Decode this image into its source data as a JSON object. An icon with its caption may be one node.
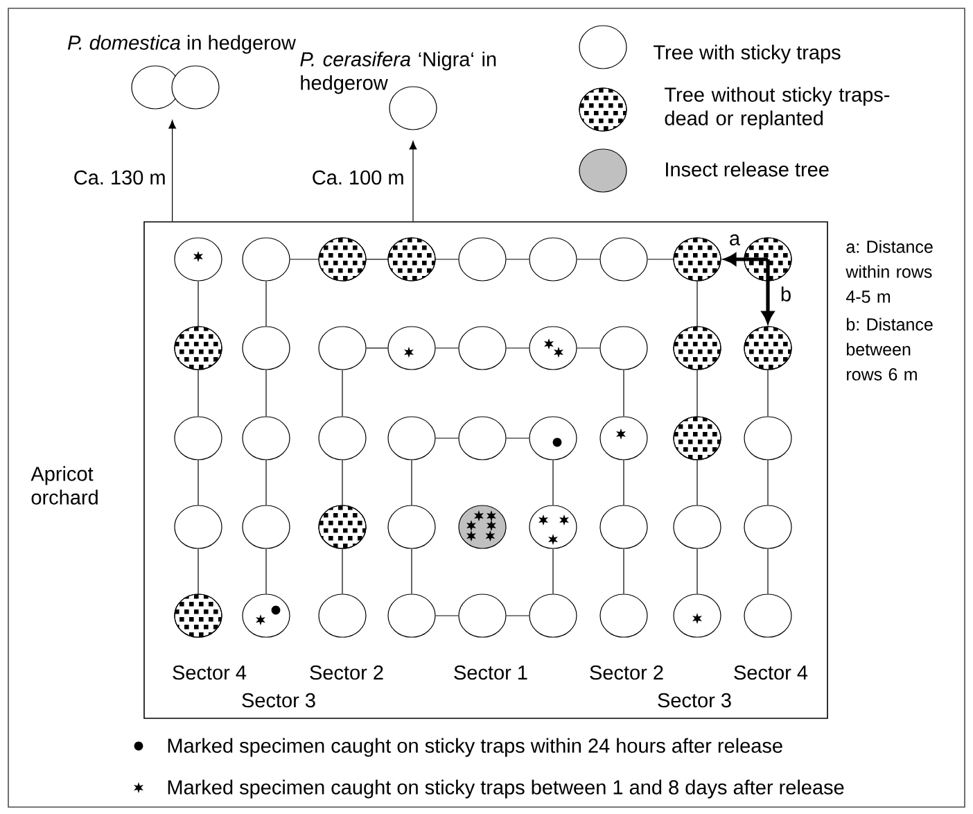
{
  "diagram": {
    "nodes": [
      {
        "text": [],
        "shape": "circle",
        "beside": [
          "*P. domestica* in hedgerow"
        ]
      },
      {
        "text": [],
        "shape": "circle"
      },
      {
        "text": [],
        "shape": "circle",
        "beside": [
          "*P. cerasifera* ‘Nigra‘ in hedgerow"
        ]
      },
      {
        "text": [
          "Apricot orchard"
        ]
      },
      {
        "text": [],
        "shape": "circle",
        "in": 3
      },
      {
        "text": [],
        "shape": "circle",
        "in": 3
      },
      {
        "text": [],
        "shape": "circle",
        "in": 3
      },
      {
        "text": [],
        "shape": "circle",
        "in": 3
      },
      {
        "text": [],
        "shape": "circle",
        "in": 3
      },
      {
        "text": [],
        "shape": "circle",
        "in": 3
      },
      {
        "text": [],
        "shape": "circle",
        "in": 3
      },
      {
        "text": [],
        "shape": "circle",
        "in": 3
      },
      {
        "text": [],
        "shape": "circle",
        "in": 3
      },
      {
        "text": [],
        "shape": "circle",
        "in": 3
      },
      {
        "text": [],
        "shape": "circle",
        "in": 3
      },
      {
        "text": [],
        "shape": "circle",
        "in": 3
      },
      {
        "text": [],
        "shape": "circle",
        "in": 3
      },
      {
        "text": [],
        "shape": "circle",
        "in": 3
      },
      {
        "text": [],
        "shape": "circle",
        "in": 3
      },
      {
        "text": [],
        "shape": "circle",
        "in": 3
      },
      {
        "text": [],
        "shape": "circle",
        "in": 3
      },
      {
        "text": [],
        "shape": "circle",
        "in": 3
      },
      {
        "text": [],
        "shape": "circle",
        "in": 3
      },
      {
        "text": [],
        "shape": "circle",
        "in": 3
      },
      {
        "text": [],
        "shape": "circle",
        "in": 3
      },
      {
        "text": [],
        "shape": "circle",
        "in": 3
      },
      {
        "text": [],
        "shape": "circle",
        "in": 3
      },
      {
        "text": [],
        "shape": "circle",
        "in": 3
      },
      {
        "text": [],
        "shape": "circle",
        "in": 3
      },
      {
        "text": [],
        "shape": "circle",
        "in": 3
      },
      {
        "text": [],
        "shape": "circle",
        "in": 3
      },
      {
        "text": [],
        "shape": "circle",
        "in": 3
      },
      {
        "text": [],
        "shape": "circle",
        "in": 3
      },
      {
        "text": [],
        "shape": "circle",
        "in": 3
      },
      {
        "text": [],
        "shape": "circle",
        "in": 3
      },
      {
        "text": [],
        "shape": "circle",
        "in": 3
      },
      {
        "text": [],
        "shape": "circle",
        "in": 3
      },
      {
        "text": [],
        "shape": "circle",
        "in": 3
      },
      {
        "text": [],
        "shape": "circle",
        "in": 3
      },
      {
        "text": [],
        "shape": "circle",
        "in": 3
      },
      {
        "text": [],
        "shape": "circle",
        "in": 3
      },
      {
        "text": [],
        "shape": "circle",
        "in": 3
      },
      {
        "text": [],
        "shape": "circle",
        "in": 3
      },
      {
        "text": [],
        "shape": "circle",
        "in": 3
      },
      {
        "text": [],
        "shape": "circle",
        "in": 3
      },
      {
        "text": [],
        "shape": "circle",
        "in": 3
      },
      {
        "text": [],
        "shape": "circle",
        "in": 3
      },
      {
        "text": [],
        "shape": "circle",
        "in": 3
      },
      {
        "text": [],
        "shape": "circle",
        "in": 3
      }
    ],
    "edges": [
      {
        "from": 3,
        "to": 0,
        "arrow": "to",
        "label": "Ca. 130 m"
      },
      {
        "from": 3,
        "to": 2,
        "arrow": "to",
        "label": "Ca. 100 m"
      },
      {
        "from": 12,
        "to": 11,
        "arrow": "to",
        "label": "a",
        "style": "thick"
      },
      {
        "from": 12,
        "to": 21,
        "arrow": "to",
        "label": "b",
        "style": "thick"
      },
      {
        "from": 4,
        "to": 13,
        "arrow": "none"
      },
      {
        "from": 13,
        "to": 22,
        "arrow": "none"
      },
      {
        "from": 22,
        "to": 31,
        "arrow": "none"
      },
      {
        "from": 31,
        "to": 40,
        "arrow": "none"
      },
      {
        "from": 5,
        "to": 14,
        "arrow": "none"
      },
      {
        "from": 14,
        "to": 23,
        "arrow": "none"
      },
      {
        "from": 23,
        "to": 32,
        "arrow": "none"
      },
      {
        "from": 32,
        "to": 41,
        "arrow": "none"
      },
      {
        "from": 15,
        "to": 24,
        "arrow": "none"
      },
      {
        "from": 24,
        "to": 33,
        "arrow": "none"
      },
      {
        "from": 33,
        "to": 42,
        "arrow": "none"
      },
      {
        "from": 25,
        "to": 34,
        "arrow": "none"
      },
      {
        "from": 34,
        "to": 43,
        "arrow": "none"
      },
      {
        "from": 27,
        "to": 36,
        "arrow": "none"
      },
      {
        "from": 36,
        "to": 45,
        "arrow": "none"
      },
      {
        "from": 19,
        "to": 28,
        "arrow": "none"
      },
      {
        "from": 28,
        "to": 37,
        "arrow": "none"
      },
      {
        "from": 37,
        "to": 46,
        "arrow": "none"
      },
      {
        "from": 11,
        "to": 20,
        "arrow": "none"
      },
      {
        "from": 20,
        "to": 29,
        "arrow": "none"
      },
      {
        "from": 29,
        "to": 38,
        "arrow": "none"
      },
      {
        "from": 38,
        "to": 47,
        "arrow": "none"
      },
      {
        "from": 21,
        "to": 30,
        "arrow": "none"
      },
      {
        "from": 30,
        "to": 39,
        "arrow": "none"
      },
      {
        "from": 39,
        "to": 48,
        "arrow": "none"
      },
      {
        "from": 5,
        "to": 6,
        "arrow": "none"
      },
      {
        "from": 6,
        "to": 7,
        "arrow": "none"
      },
      {
        "from": 7,
        "to": 8,
        "arrow": "none"
      },
      {
        "from": 8,
        "to": 9,
        "arrow": "none"
      },
      {
        "from": 9,
        "to": 10,
        "arrow": "none"
      },
      {
        "from": 10,
        "to": 11,
        "arrow": "none"
      },
      {
        "from": 15,
        "to": 16,
        "arrow": "none"
      },
      {
        "from": 16,
        "to": 17,
        "arrow": "none"
      },
      {
        "from": 17,
        "to": 18,
        "arrow": "none"
      },
      {
        "from": 18,
        "to": 19,
        "arrow": "none"
      },
      {
        "from": 25,
        "to": 26,
        "arrow": "none"
      },
      {
        "from": 26,
        "to": 27,
        "arrow": "none"
      },
      {
        "from": 43,
        "to": 44,
        "arrow": "none"
      },
      {
        "from": 44,
        "to": 45,
        "arrow": "none"
      }
    ],
    "labels": [
      "a: Distance within rows 4-5 m",
      "b: Distance between rows 6 m",
      "Sector 4",
      "Sector 2",
      "Sector 1",
      "Sector 2",
      "Sector 4",
      "Sector 3",
      "Sector 3"
    ],
    "legend": [
      {
        "text": "Tree with sticky traps"
      },
      {
        "text": "Tree without sticky traps- dead or replanted"
      },
      {
        "text": "Insect release tree",
        "color": "#c0c0c0"
      },
      {
        "text": "Marked specimen caught on sticky traps within 24 hours after release"
      },
      {
        "text": "Marked specimen caught on sticky traps between 1 and 8 days after release"
      }
    ]
  }
}
